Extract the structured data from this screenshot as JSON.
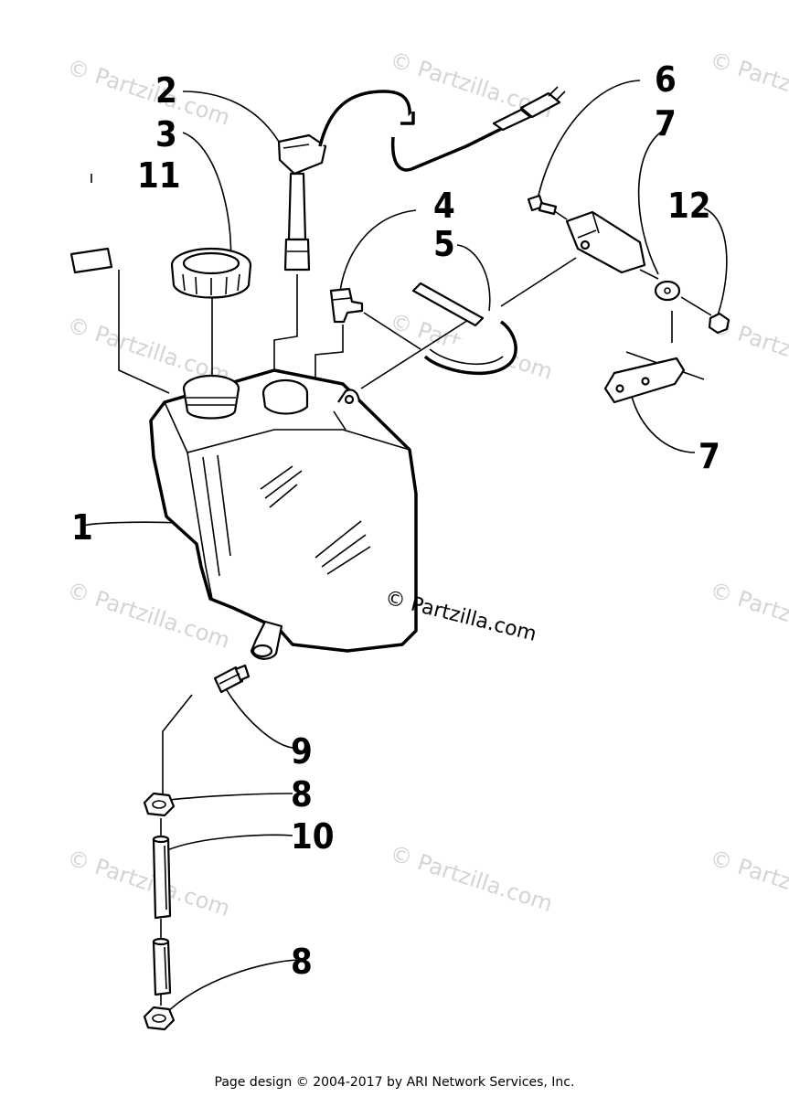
{
  "watermark": "© Partzilla.com",
  "brand_watermark": "© Partzilla.com",
  "footer": "Page design © 2004-2017 by ARI Network Services, Inc.",
  "callouts": {
    "n1": "1",
    "n2": "2",
    "n3": "3",
    "n4": "4",
    "n5": "5",
    "n6": "6",
    "n7a": "7",
    "n7b": "7",
    "n8a": "8",
    "n8b": "8",
    "n9": "9",
    "n10": "10",
    "n11": "11",
    "n12": "12"
  }
}
